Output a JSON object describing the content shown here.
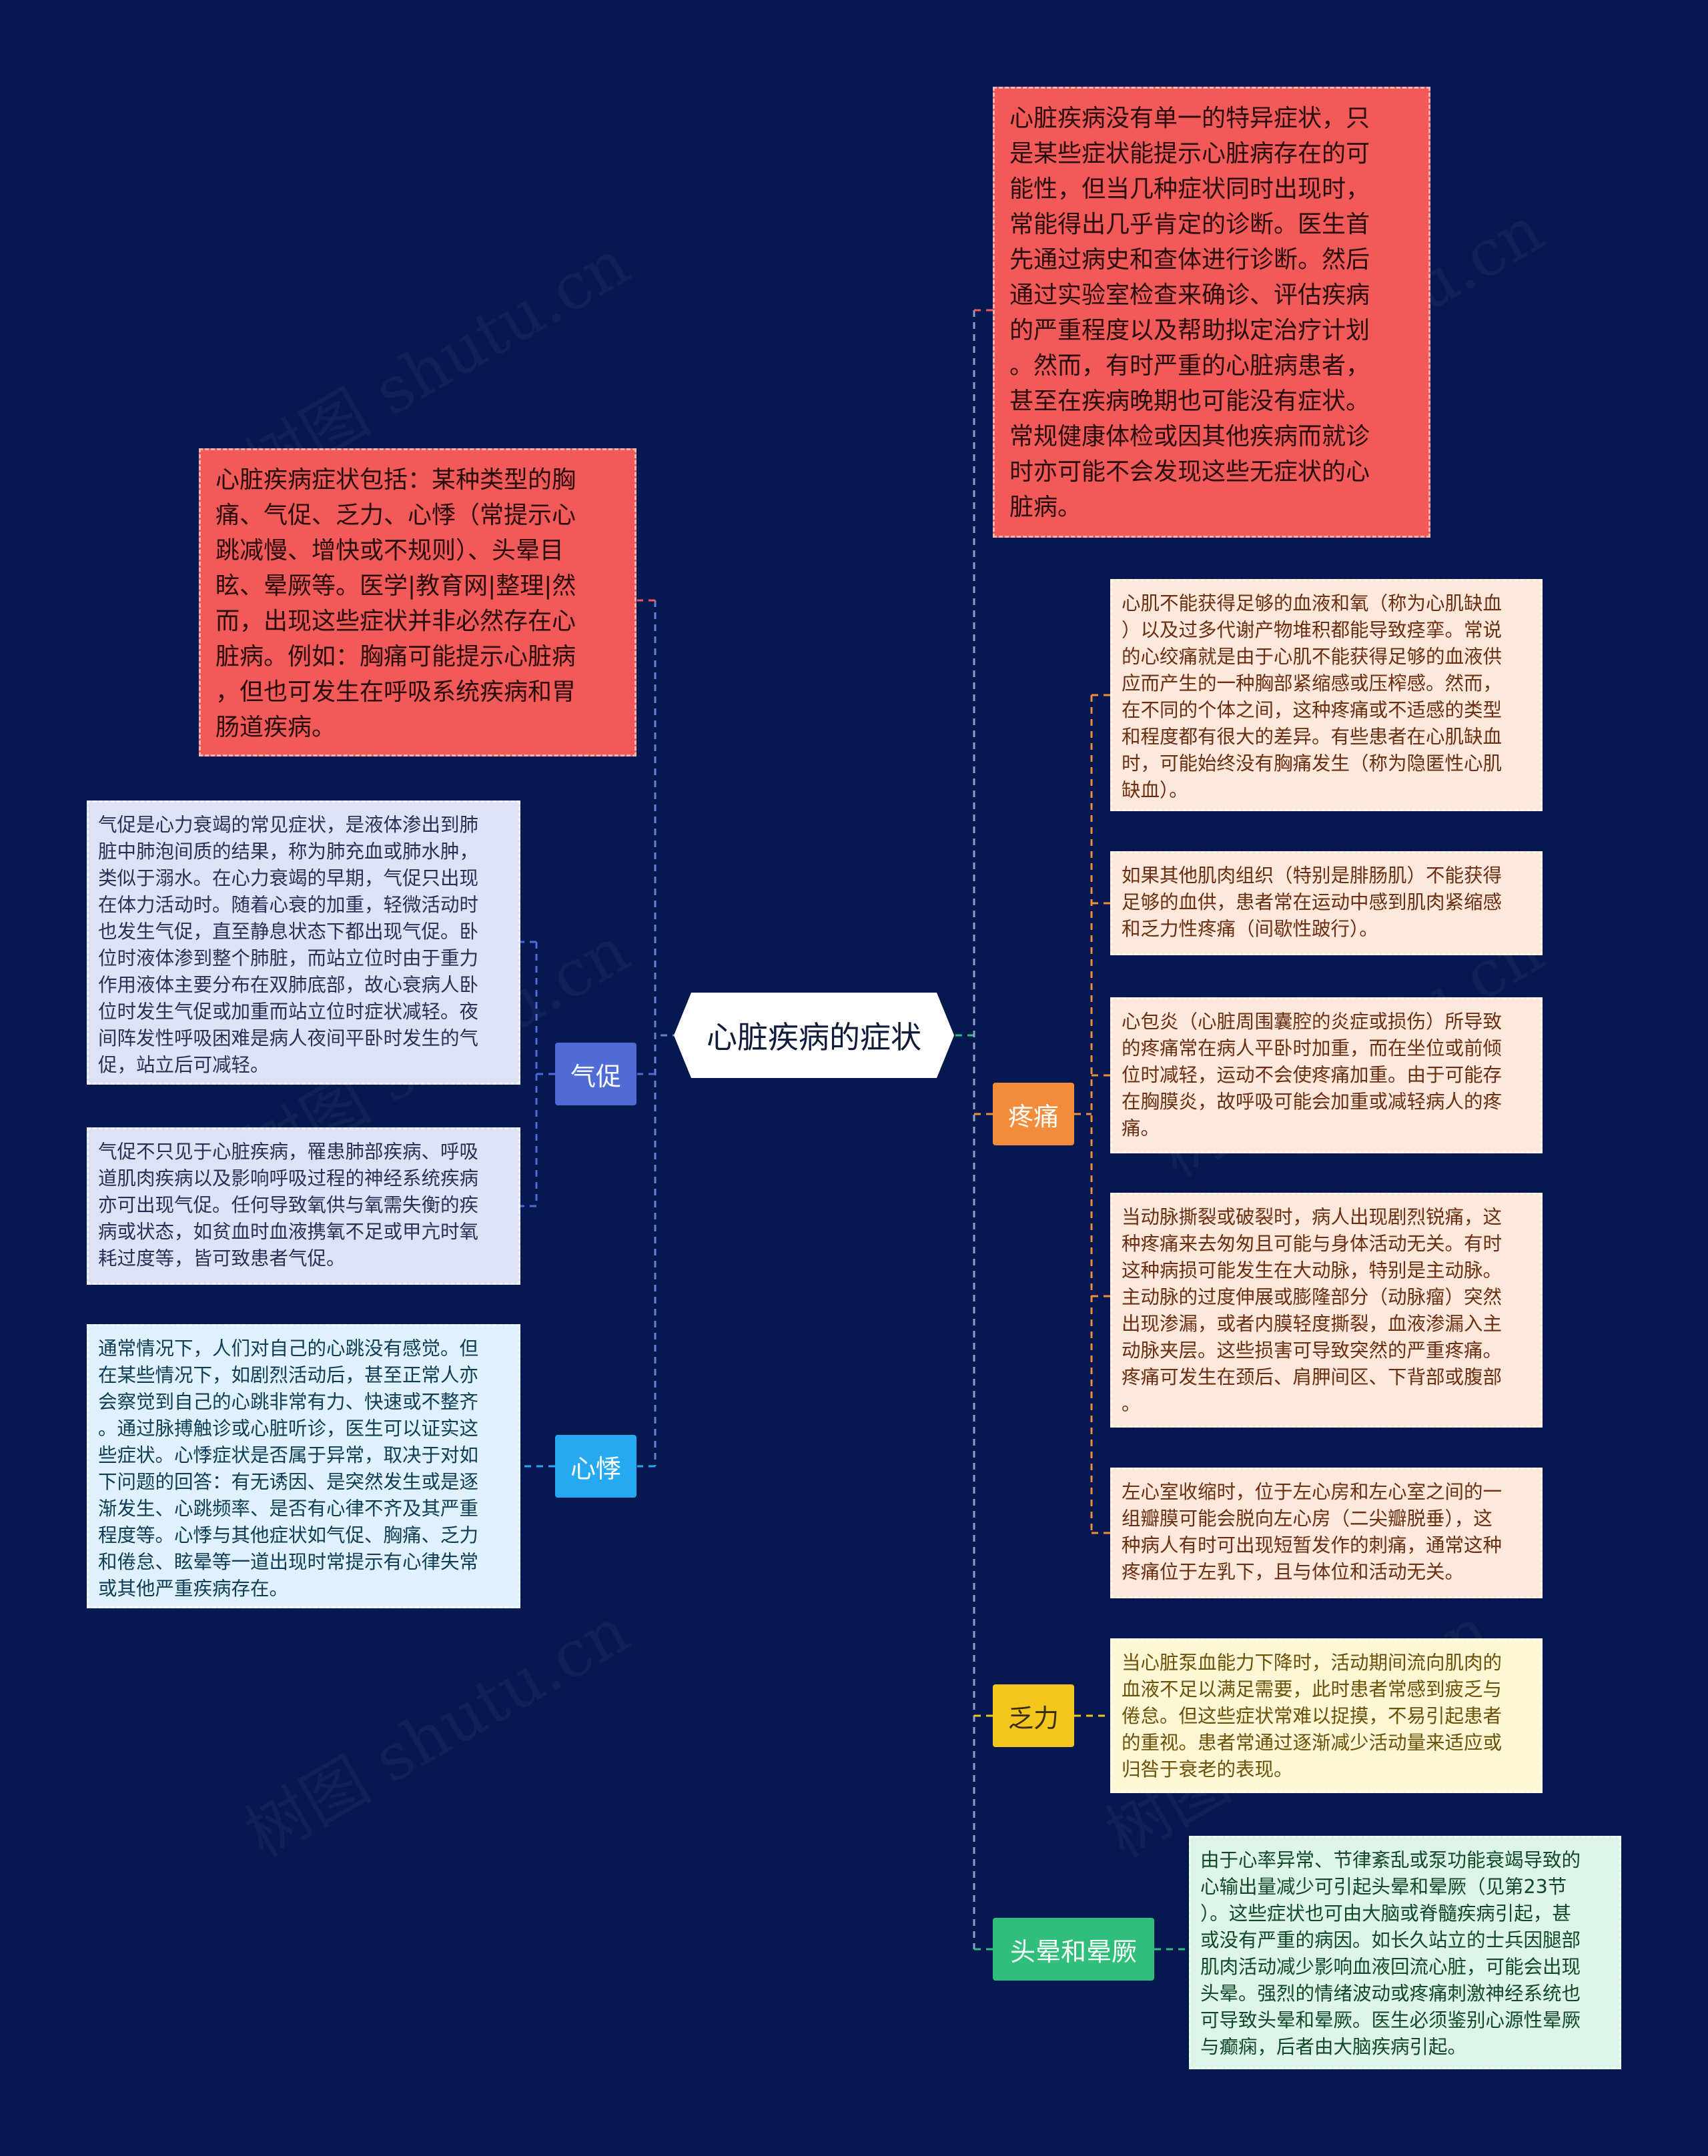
{
  "colors": {
    "background": "#061850",
    "qicu": "#4f6bd6",
    "xinji": "#27a9f2",
    "tengtong": "#f28c3a",
    "fali": "#f2c61f",
    "touyun": "#2fbf7a",
    "red_note": "#f25a5a"
  },
  "root": {
    "label": "心脏疾病的症状"
  },
  "watermark": "树图 shutu.cn",
  "notes": {
    "intro_right": "心脏疾病没有单一的特异症状，只\n是某些症状能提示心脏病存在的可\n能性，但当几种症状同时出现时，\n常能得出几乎肯定的诊断。医生首\n先通过病史和查体进行诊断。然后\n通过实验室检查来确诊、评估疾病\n的严重程度以及帮助拟定治疗计划\n。然而，有时严重的心脏病患者，\n甚至在疾病晚期也可能没有症状。\n常规健康体检或因其他疾病而就诊\n时亦可能不会发现这些无症状的心\n脏病。",
    "intro_left": "心脏疾病症状包括：某种类型的胸\n痛、气促、乏力、心悸（常提示心\n跳减慢、增快或不规则）、头晕目\n眩、晕厥等。医学|教育网|整理|然\n而，出现这些症状并非必然存在心\n脏病。例如：胸痛可能提示心脏病\n，但也可发生在呼吸系统疾病和胃\n肠道疾病。"
  },
  "branches": {
    "qicu": {
      "label": "气促",
      "items": [
        "气促是心力衰竭的常见症状，是液体渗出到肺\n脏中肺泡间质的结果，称为肺充血或肺水肿，\n类似于溺水。在心力衰竭的早期，气促只出现\n在体力活动时。随着心衰的加重，轻微活动时\n也发生气促，直至静息状态下都出现气促。卧\n位时液体渗到整个肺脏，而站立位时由于重力\n作用液体主要分布在双肺底部，故心衰病人卧\n位时发生气促或加重而站立位时症状减轻。夜\n间阵发性呼吸困难是病人夜间平卧时发生的气\n促，站立后可减轻。",
        "气促不只见于心脏疾病，罹患肺部疾病、呼吸\n道肌肉疾病以及影响呼吸过程的神经系统疾病\n亦可出现气促。任何导致氧供与氧需失衡的疾\n病或状态，如贫血时血液携氧不足或甲亢时氧\n耗过度等，皆可致患者气促。"
      ]
    },
    "xinji": {
      "label": "心悸",
      "items": [
        "通常情况下，人们对自己的心跳没有感觉。但\n在某些情况下，如剧烈活动后，甚至正常人亦\n会察觉到自己的心跳非常有力、快速或不整齐\n。通过脉搏触诊或心脏听诊，医生可以证实这\n些症状。心悸症状是否属于异常，取决于对如\n下问题的回答：有无诱因、是突然发生或是逐\n渐发生、心跳频率、是否有心律不齐及其严重\n程度等。心悸与其他症状如气促、胸痛、乏力\n和倦怠、眩晕等一道出现时常提示有心律失常\n或其他严重疾病存在。"
      ]
    },
    "tengtong": {
      "label": "疼痛",
      "items": [
        "心肌不能获得足够的血液和氧（称为心肌缺血\n）以及过多代谢产物堆积都能导致痉挛。常说\n的心绞痛就是由于心肌不能获得足够的血液供\n应而产生的一种胸部紧缩感或压榨感。然而，\n在不同的个体之间，这种疼痛或不适感的类型\n和程度都有很大的差异。有些患者在心肌缺血\n时，可能始终没有胸痛发生（称为隐匿性心肌\n缺血）。",
        "如果其他肌肉组织（特别是腓肠肌）不能获得\n足够的血供，患者常在运动中感到肌肉紧缩感\n和乏力性疼痛（间歇性跛行）。",
        "心包炎（心脏周围囊腔的炎症或损伤）所导致\n的疼痛常在病人平卧时加重，而在坐位或前倾\n位时减轻，运动不会使疼痛加重。由于可能存\n在胸膜炎，故呼吸可能会加重或减轻病人的疼\n痛。",
        "当动脉撕裂或破裂时，病人出现剧烈锐痛，这\n种疼痛来去匆匆且可能与身体活动无关。有时\n这种病损可能发生在大动脉，特别是主动脉。\n主动脉的过度伸展或膨隆部分（动脉瘤）突然\n出现渗漏，或者内膜轻度撕裂，血液渗漏入主\n动脉夹层。这些损害可导致突然的严重疼痛。\n疼痛可发生在颈后、肩胛间区、下背部或腹部\n。",
        "左心室收缩时，位于左心房和左心室之间的一\n组瓣膜可能会脱向左心房（二尖瓣脱垂），这\n种病人有时可出现短暂发作的刺痛，通常这种\n疼痛位于左乳下，且与体位和活动无关。"
      ]
    },
    "fali": {
      "label": "乏力",
      "items": [
        "当心脏泵血能力下降时，活动期间流向肌肉的\n血液不足以满足需要，此时患者常感到疲乏与\n倦怠。但这些症状常难以捉摸，不易引起患者\n的重视。患者常通过逐渐减少活动量来适应或\n归咎于衰老的表现。"
      ]
    },
    "touyun": {
      "label": "头晕和晕厥",
      "items": [
        "由于心率异常、节律紊乱或泵功能衰竭导致的\n心输出量减少可引起头晕和晕厥（见第23节\n）。这些症状也可由大脑或脊髓疾病引起，甚\n或没有严重的病因。如长久站立的士兵因腿部\n肌肉活动减少影响血液回流心脏，可能会出现\n头晕。强烈的情绪波动或疼痛刺激神经系统也\n可导致头晕和晕厥。医生必须鉴别心源性晕厥\n与癫痫，后者由大脑疾病引起。"
      ]
    }
  }
}
